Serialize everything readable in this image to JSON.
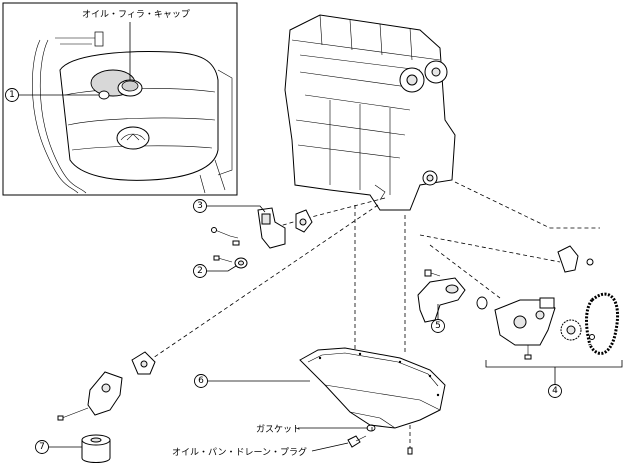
{
  "labels": {
    "oil_filler_cap": "オイル・フィラ・キャップ",
    "gasket": "ガスケット",
    "oil_pan_drain_plug": "オイル・パン・ドレーン・プラグ"
  },
  "callouts": {
    "c1": "1",
    "c2": "2",
    "c3": "3",
    "c4": "4",
    "c5": "5",
    "c6": "6",
    "c7": "7"
  }
}
